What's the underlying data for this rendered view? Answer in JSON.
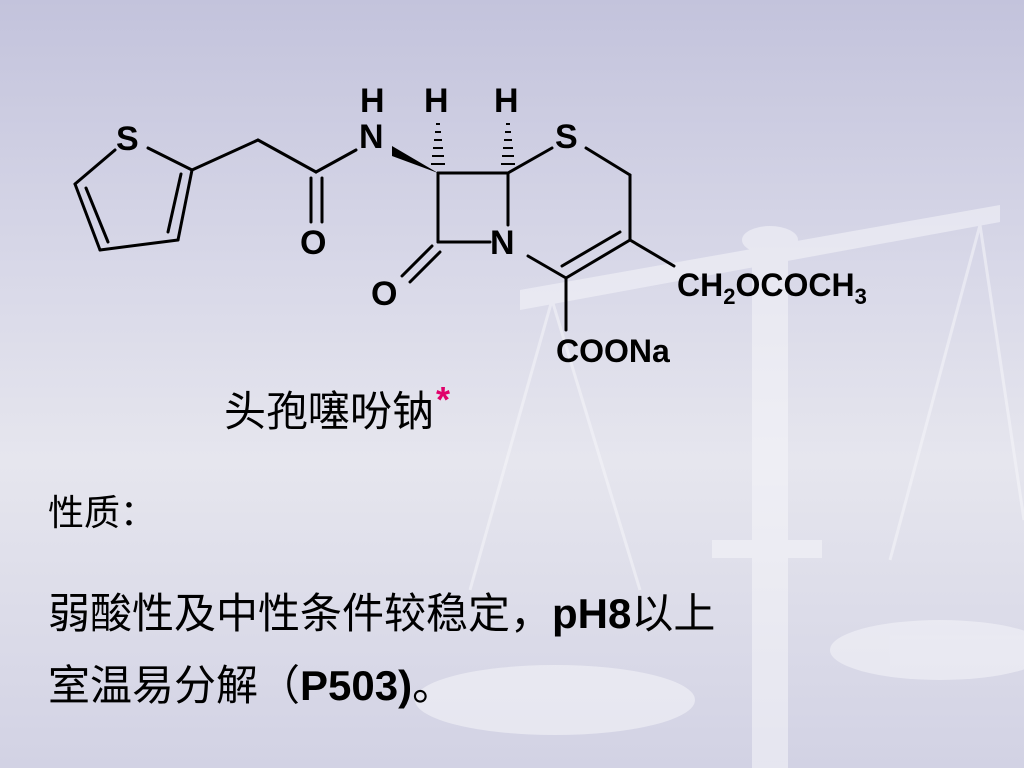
{
  "structure": {
    "atoms": {
      "thiophene_s": "S",
      "amide_n": "N",
      "amide_h": "H",
      "h_c7": "H",
      "h_c6": "H",
      "ring_s": "S",
      "ring_n": "N",
      "amide_o": "O",
      "lactam_o": "O"
    },
    "side_chain": {
      "prefix": "CH",
      "sub1": "2",
      "mid": "OCOCH",
      "sub2": "3"
    },
    "carboxylate": "COONa"
  },
  "title": {
    "name": "头孢噻吩钠",
    "marker": "*"
  },
  "properties": {
    "heading": "性质：",
    "line1_a": "弱酸性及中性条件较稳定，",
    "line1_b": "pH8",
    "line1_c": "以上",
    "line2_a": "室温易分解（",
    "line2_b": "P503)",
    "line2_c": "。"
  },
  "colors": {
    "marker": "#e0006a",
    "background": "#d8d8e8",
    "watermark": "#f4f4f8"
  }
}
